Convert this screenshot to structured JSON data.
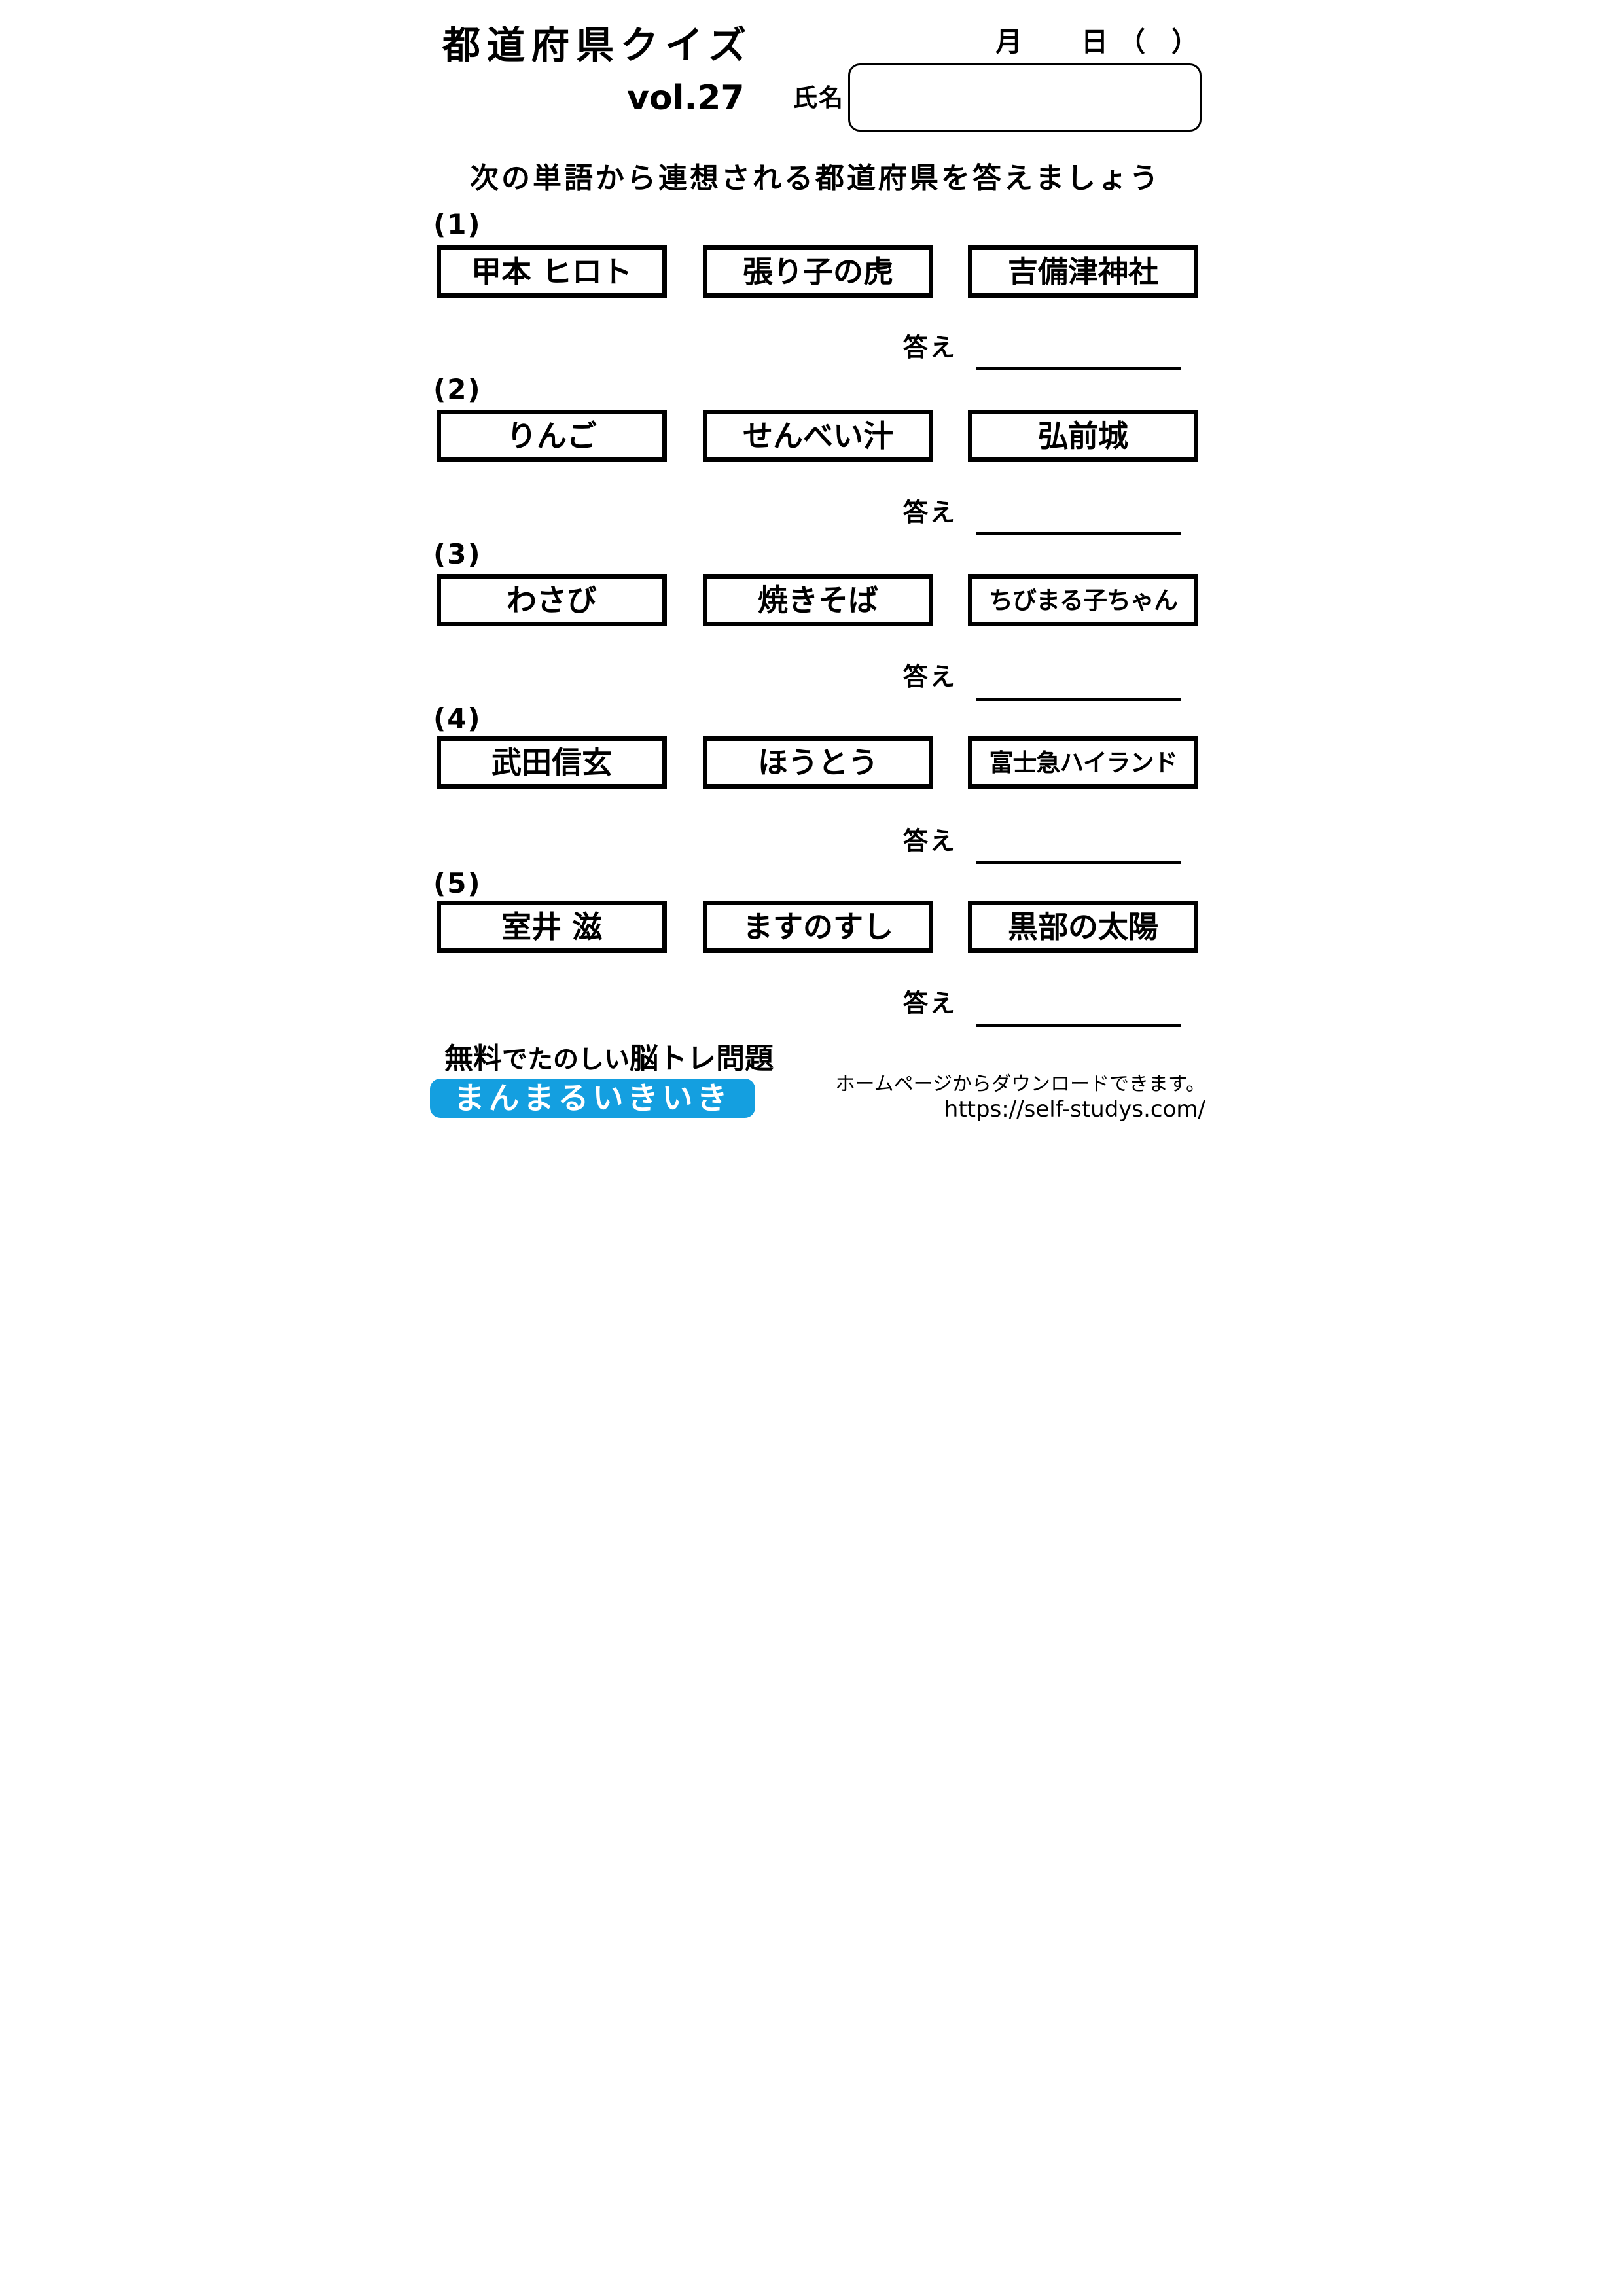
{
  "header": {
    "title": "都道府県クイズ",
    "volume": "vol.27",
    "date": {
      "month_label": "月",
      "day_label": "日",
      "paren_open": "（",
      "paren_close": "）"
    },
    "name_label": "氏名"
  },
  "instruction": "次の単語から連想される都道府県を答えましょう",
  "questions": [
    {
      "number": "(1)",
      "hints": [
        "甲本 ヒロト",
        "張り子の虎",
        "吉備津神社"
      ],
      "answer_label": "答え"
    },
    {
      "number": "(2)",
      "hints": [
        "りんご",
        "せんべい汁",
        "弘前城"
      ],
      "answer_label": "答え"
    },
    {
      "number": "(3)",
      "hints": [
        "わさび",
        "焼きそば",
        "ちびまる子ちゃん"
      ],
      "answer_label": "答え"
    },
    {
      "number": "(4)",
      "hints": [
        "武田信玄",
        "ほうとう",
        "富士急ハイランド"
      ],
      "answer_label": "答え"
    },
    {
      "number": "(5)",
      "hints": [
        "室井 滋",
        "ますのすし",
        "黒部の太陽"
      ],
      "answer_label": "答え"
    }
  ],
  "footer": {
    "tagline_parts": [
      "無料",
      "でたのしい",
      "脳トレ問題"
    ],
    "brand": "まんまるいきいき",
    "brand_bg": "#149FE0",
    "download_note": "ホームページからダウンロードできます。",
    "url": "https://self-studys.com/"
  }
}
